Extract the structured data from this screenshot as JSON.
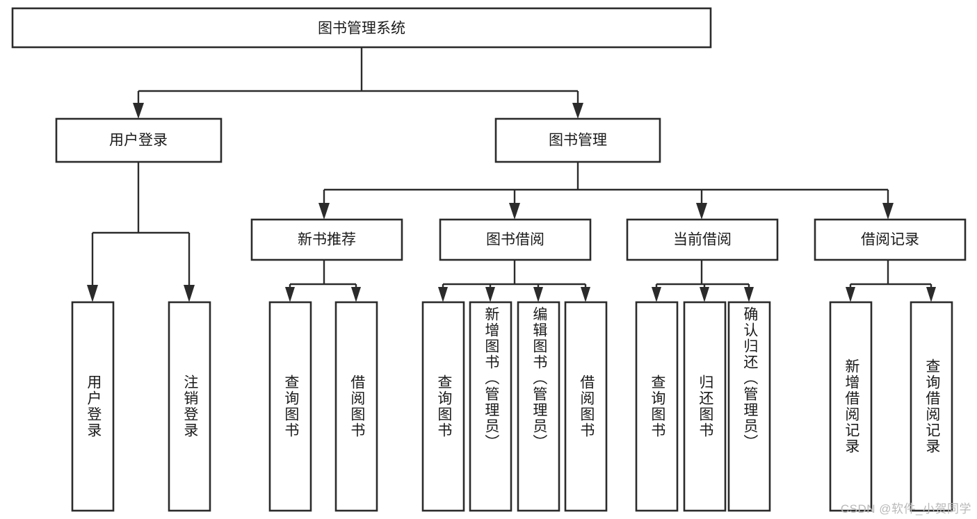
{
  "diagram": {
    "type": "hierarchy-tree",
    "title": "图书管理系统",
    "orientation": "top-down",
    "colors": {
      "box_fill": "#ffffff",
      "box_stroke": "#2b2b2b",
      "text": "#1a1a1a",
      "watermark": "#b9b9b9",
      "background": "#ffffff"
    },
    "root": {
      "label": "图书管理系统"
    },
    "level2": [
      {
        "label": "用户登录"
      },
      {
        "label": "图书管理"
      }
    ],
    "level3": [
      {
        "label": "新书推荐"
      },
      {
        "label": "图书借阅"
      },
      {
        "label": "当前借阅"
      },
      {
        "label": "借阅记录"
      }
    ],
    "leaves": {
      "user_login": [
        {
          "label": "用户登录"
        },
        {
          "label": "注销登录"
        }
      ],
      "new_book_recommend": [
        {
          "label": "查询图书"
        },
        {
          "label": "借阅图书"
        }
      ],
      "book_borrow": [
        {
          "label": "查询图书"
        },
        {
          "label": "新增图书（管理员）"
        },
        {
          "label": "编辑图书（管理员）"
        },
        {
          "label": "借阅图书"
        }
      ],
      "current_borrow": [
        {
          "label": "查询图书"
        },
        {
          "label": "归还图书"
        },
        {
          "label": "确认归还（管理员）"
        }
      ],
      "borrow_record": [
        {
          "label": "新增借阅记录"
        },
        {
          "label": "查询借阅记录"
        }
      ]
    }
  },
  "watermark": {
    "text": "CSDN @软件_小贺同学"
  }
}
